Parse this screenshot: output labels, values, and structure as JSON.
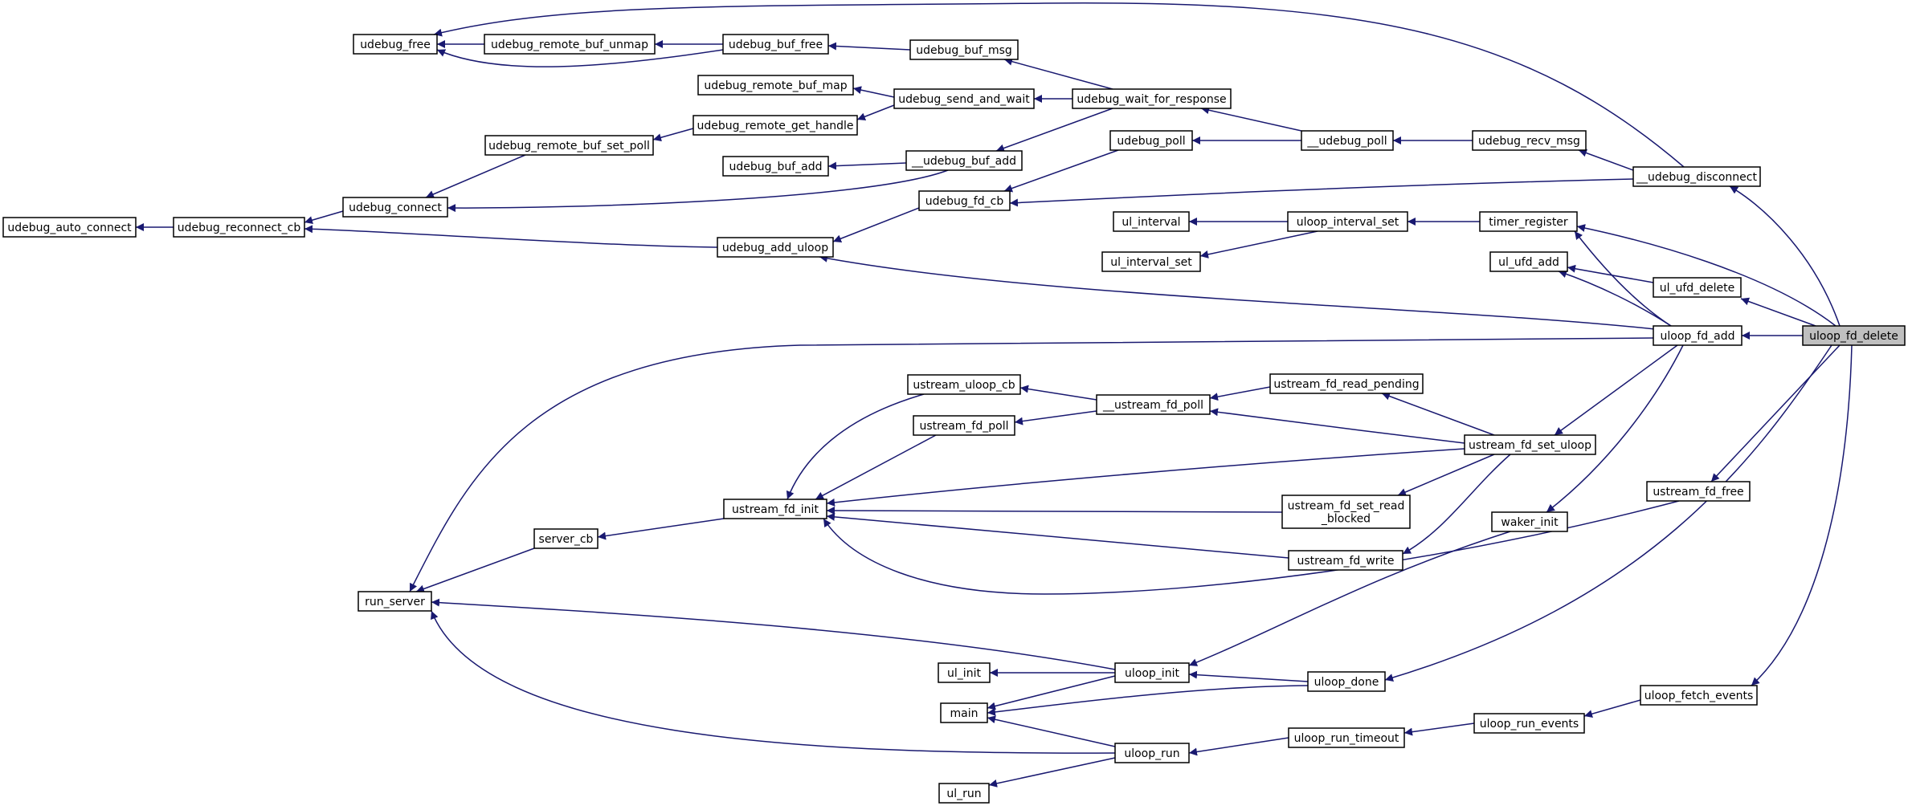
{
  "colors": {
    "edge": "#191970",
    "node_border": "#000000",
    "node_fill": "#ffffff",
    "focus_fill": "#bfbfbf",
    "background": "#ffffff"
  },
  "focus_node": "uloop_fd_delete",
  "nodes": {
    "udebug_auto_connect": {
      "label": [
        "udebug_auto_connect"
      ]
    },
    "udebug_reconnect_cb": {
      "label": [
        "udebug_reconnect_cb"
      ]
    },
    "udebug_connect": {
      "label": [
        "udebug_connect"
      ]
    },
    "udebug_remote_buf_set_poll": {
      "label": [
        "udebug_remote_buf_set_poll"
      ]
    },
    "udebug_free": {
      "label": [
        "udebug_free"
      ]
    },
    "udebug_remote_buf_unmap": {
      "label": [
        "udebug_remote_buf_unmap"
      ]
    },
    "udebug_buf_free": {
      "label": [
        "udebug_buf_free"
      ]
    },
    "udebug_remote_buf_map": {
      "label": [
        "udebug_remote_buf_map"
      ]
    },
    "udebug_remote_get_handle": {
      "label": [
        "udebug_remote_get_handle"
      ]
    },
    "udebug_buf_add": {
      "label": [
        "udebug_buf_add"
      ]
    },
    "udebug_add_uloop": {
      "label": [
        "udebug_add_uloop"
      ]
    },
    "server_cb": {
      "label": [
        "server_cb"
      ]
    },
    "ustream_fd_init": {
      "label": [
        "ustream_fd_init"
      ]
    },
    "run_server": {
      "label": [
        "run_server"
      ]
    },
    "udebug_buf_msg": {
      "label": [
        "udebug_buf_msg"
      ]
    },
    "udebug_send_and_wait": {
      "label": [
        "udebug_send_and_wait"
      ]
    },
    "__udebug_buf_add": {
      "label": [
        "__udebug_buf_add"
      ]
    },
    "udebug_fd_cb": {
      "label": [
        "udebug_fd_cb"
      ]
    },
    "ustream_uloop_cb": {
      "label": [
        "ustream_uloop_cb"
      ]
    },
    "ustream_fd_poll": {
      "label": [
        "ustream_fd_poll"
      ]
    },
    "udebug_wait_for_response": {
      "label": [
        "udebug_wait_for_response"
      ]
    },
    "udebug_poll": {
      "label": [
        "udebug_poll"
      ]
    },
    "ul_interval": {
      "label": [
        "ul_interval"
      ]
    },
    "ul_interval_set": {
      "label": [
        "ul_interval_set"
      ]
    },
    "__ustream_fd_poll": {
      "label": [
        "__ustream_fd_poll"
      ]
    },
    "ul_init": {
      "label": [
        "ul_init"
      ]
    },
    "main": {
      "label": [
        "main"
      ]
    },
    "ul_run": {
      "label": [
        "ul_run"
      ]
    },
    "uloop_init": {
      "label": [
        "uloop_init"
      ]
    },
    "uloop_run": {
      "label": [
        "uloop_run"
      ]
    },
    "__udebug_poll": {
      "label": [
        "__udebug_poll"
      ]
    },
    "uloop_interval_set": {
      "label": [
        "uloop_interval_set"
      ]
    },
    "ustream_fd_read_pending": {
      "label": [
        "ustream_fd_read_pending"
      ]
    },
    "ustream_fd_set_read_blocked": {
      "label": [
        "ustream_fd_set_read",
        "_blocked"
      ]
    },
    "ustream_fd_write": {
      "label": [
        "ustream_fd_write"
      ]
    },
    "uloop_done": {
      "label": [
        "uloop_done"
      ]
    },
    "uloop_run_timeout": {
      "label": [
        "uloop_run_timeout"
      ]
    },
    "udebug_recv_msg": {
      "label": [
        "udebug_recv_msg"
      ]
    },
    "timer_register": {
      "label": [
        "timer_register"
      ]
    },
    "ul_ufd_add": {
      "label": [
        "ul_ufd_add"
      ]
    },
    "ustream_fd_set_uloop": {
      "label": [
        "ustream_fd_set_uloop"
      ]
    },
    "waker_init": {
      "label": [
        "waker_init"
      ]
    },
    "uloop_run_events": {
      "label": [
        "uloop_run_events"
      ]
    },
    "__udebug_disconnect": {
      "label": [
        "__udebug_disconnect"
      ]
    },
    "ul_ufd_delete": {
      "label": [
        "ul_ufd_delete"
      ]
    },
    "uloop_fd_add": {
      "label": [
        "uloop_fd_add"
      ]
    },
    "ustream_fd_free": {
      "label": [
        "ustream_fd_free"
      ]
    },
    "uloop_fetch_events": {
      "label": [
        "uloop_fetch_events"
      ]
    },
    "uloop_fd_delete": {
      "label": [
        "uloop_fd_delete"
      ]
    }
  },
  "edges": [
    [
      "udebug_reconnect_cb",
      "udebug_auto_connect"
    ],
    [
      "udebug_connect",
      "udebug_reconnect_cb"
    ],
    [
      "udebug_add_uloop",
      "udebug_reconnect_cb"
    ],
    [
      "udebug_remote_buf_set_poll",
      "udebug_connect"
    ],
    [
      "udebug_remote_buf_unmap",
      "udebug_free"
    ],
    [
      "udebug_buf_free",
      "udebug_free"
    ],
    [
      "udebug_buf_free",
      "udebug_remote_buf_unmap"
    ],
    [
      "udebug_buf_msg",
      "udebug_buf_free"
    ],
    [
      "udebug_send_and_wait",
      "udebug_remote_buf_map"
    ],
    [
      "udebug_send_and_wait",
      "udebug_remote_get_handle"
    ],
    [
      "udebug_remote_get_handle",
      "udebug_remote_buf_set_poll"
    ],
    [
      "__udebug_buf_add",
      "udebug_buf_add"
    ],
    [
      "__udebug_buf_add",
      "udebug_connect"
    ],
    [
      "udebug_fd_cb",
      "udebug_add_uloop"
    ],
    [
      "udebug_wait_for_response",
      "udebug_buf_msg"
    ],
    [
      "udebug_wait_for_response",
      "udebug_send_and_wait"
    ],
    [
      "udebug_wait_for_response",
      "__udebug_buf_add"
    ],
    [
      "udebug_poll",
      "udebug_fd_cb"
    ],
    [
      "__udebug_poll",
      "udebug_wait_for_response"
    ],
    [
      "__udebug_poll",
      "udebug_poll"
    ],
    [
      "udebug_recv_msg",
      "__udebug_poll"
    ],
    [
      "__udebug_disconnect",
      "udebug_recv_msg"
    ],
    [
      "__udebug_disconnect",
      "udebug_fd_cb"
    ],
    [
      "__udebug_disconnect",
      "udebug_free"
    ],
    [
      "uloop_fd_delete",
      "__udebug_disconnect"
    ],
    [
      "uloop_interval_set",
      "ul_interval"
    ],
    [
      "uloop_interval_set",
      "ul_interval_set"
    ],
    [
      "timer_register",
      "uloop_interval_set"
    ],
    [
      "uloop_fd_delete",
      "timer_register"
    ],
    [
      "uloop_fd_add",
      "timer_register"
    ],
    [
      "uloop_fd_add",
      "ul_ufd_add"
    ],
    [
      "ul_ufd_delete",
      "ul_ufd_add"
    ],
    [
      "uloop_fd_delete",
      "ul_ufd_delete"
    ],
    [
      "uloop_fd_delete",
      "uloop_fd_add"
    ],
    [
      "uloop_fd_add",
      "udebug_add_uloop"
    ],
    [
      "uloop_fd_add",
      "run_server"
    ],
    [
      "server_cb",
      "run_server"
    ],
    [
      "ustream_fd_init",
      "server_cb"
    ],
    [
      "ustream_uloop_cb",
      "ustream_fd_init"
    ],
    [
      "ustream_fd_poll",
      "ustream_fd_init"
    ],
    [
      "__ustream_fd_poll",
      "ustream_uloop_cb"
    ],
    [
      "__ustream_fd_poll",
      "ustream_fd_poll"
    ],
    [
      "ustream_fd_read_pending",
      "__ustream_fd_poll"
    ],
    [
      "ustream_fd_set_uloop",
      "ustream_fd_read_pending"
    ],
    [
      "ustream_fd_set_uloop",
      "__ustream_fd_poll"
    ],
    [
      "ustream_fd_set_uloop",
      "ustream_fd_init"
    ],
    [
      "ustream_fd_set_uloop",
      "ustream_fd_set_read_blocked"
    ],
    [
      "ustream_fd_set_uloop",
      "ustream_fd_write"
    ],
    [
      "ustream_fd_set_read_blocked",
      "ustream_fd_init"
    ],
    [
      "ustream_fd_write",
      "ustream_fd_init"
    ],
    [
      "uloop_fd_add",
      "ustream_fd_set_uloop"
    ],
    [
      "uloop_fd_add",
      "waker_init"
    ],
    [
      "waker_init",
      "uloop_init"
    ],
    [
      "uloop_fd_delete",
      "ustream_fd_free"
    ],
    [
      "ustream_fd_free",
      "ustream_fd_init"
    ],
    [
      "uloop_init",
      "run_server"
    ],
    [
      "uloop_init",
      "ul_init"
    ],
    [
      "uloop_init",
      "main"
    ],
    [
      "uloop_done",
      "uloop_init"
    ],
    [
      "uloop_done",
      "main"
    ],
    [
      "uloop_fd_delete",
      "uloop_done"
    ],
    [
      "uloop_run",
      "main"
    ],
    [
      "uloop_run",
      "run_server"
    ],
    [
      "uloop_run",
      "ul_run"
    ],
    [
      "uloop_run_timeout",
      "uloop_run"
    ],
    [
      "uloop_run_events",
      "uloop_run_timeout"
    ],
    [
      "uloop_fetch_events",
      "uloop_run_events"
    ],
    [
      "uloop_fd_delete",
      "uloop_fetch_events"
    ]
  ]
}
